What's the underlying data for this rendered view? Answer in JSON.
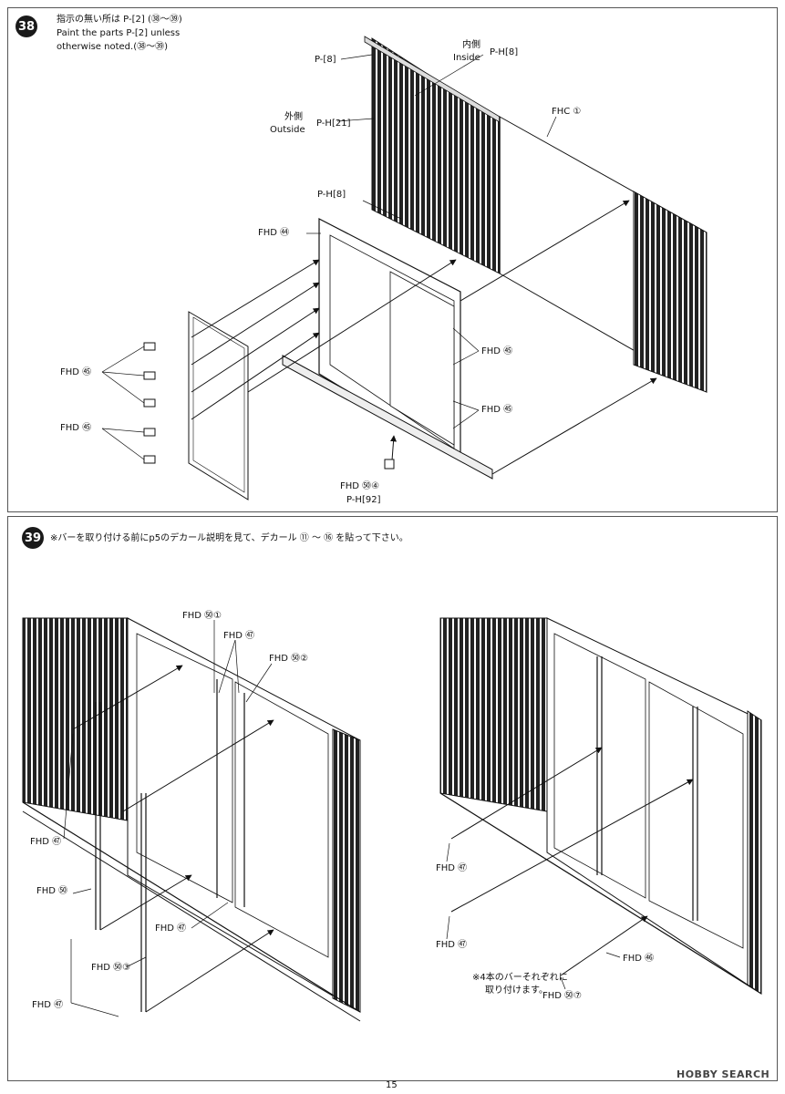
{
  "step38": {
    "number": "38",
    "note_jp": "指示の無い所は P-[2] (㊳〜㊴)",
    "note_en1": "Paint the parts P-[2] unless",
    "note_en2": "otherwise noted.(㊳〜㊴)",
    "labels": {
      "p8_top": "P-[8]",
      "inside_jp": "内側",
      "inside_en": "Inside",
      "inside_code": "P-H[8]",
      "outside_jp": "外側",
      "outside_en": "Outside",
      "outside_code": "P-H[21]",
      "fhc1": "FHC ①",
      "ph8_mid": "P-H[8]",
      "fhd44": "FHD ㊹",
      "fhd45_a": "FHD ㊺",
      "fhd45_b": "FHD ㊺",
      "fhd45_c": "FHD ㊺",
      "fhd45_d": "FHD ㊺",
      "fhd54": "FHD ㊿④",
      "ph92": "P-H[92]"
    }
  },
  "step39": {
    "number": "39",
    "note": "※バーを取り付ける前にp5のデカール説明を見て、デカール ⑪ 〜 ⑯ を貼って下さい。",
    "labels": {
      "fhd51": "FHD ㊿①",
      "fhd47_top": "FHD ㊼",
      "fhd52": "FHD ㊿②",
      "fhd47_left": "FHD ㊼",
      "fhd50": "FHD ㊿",
      "fhd47_mid": "FHD ㊼",
      "fhd53": "FHD ㊿③",
      "fhd47_bottom": "FHD ㊼",
      "fhd47_r1": "FHD ㊼",
      "fhd47_r2": "FHD ㊼",
      "fhd46": "FHD ㊻",
      "fhd57": "FHD ㊿⑦",
      "bar_note1": "※4本のバーそれぞれに",
      "bar_note2": "取り付けます。"
    }
  },
  "footer": {
    "page_number": "15",
    "watermark": "HOBBY SEARCH"
  }
}
